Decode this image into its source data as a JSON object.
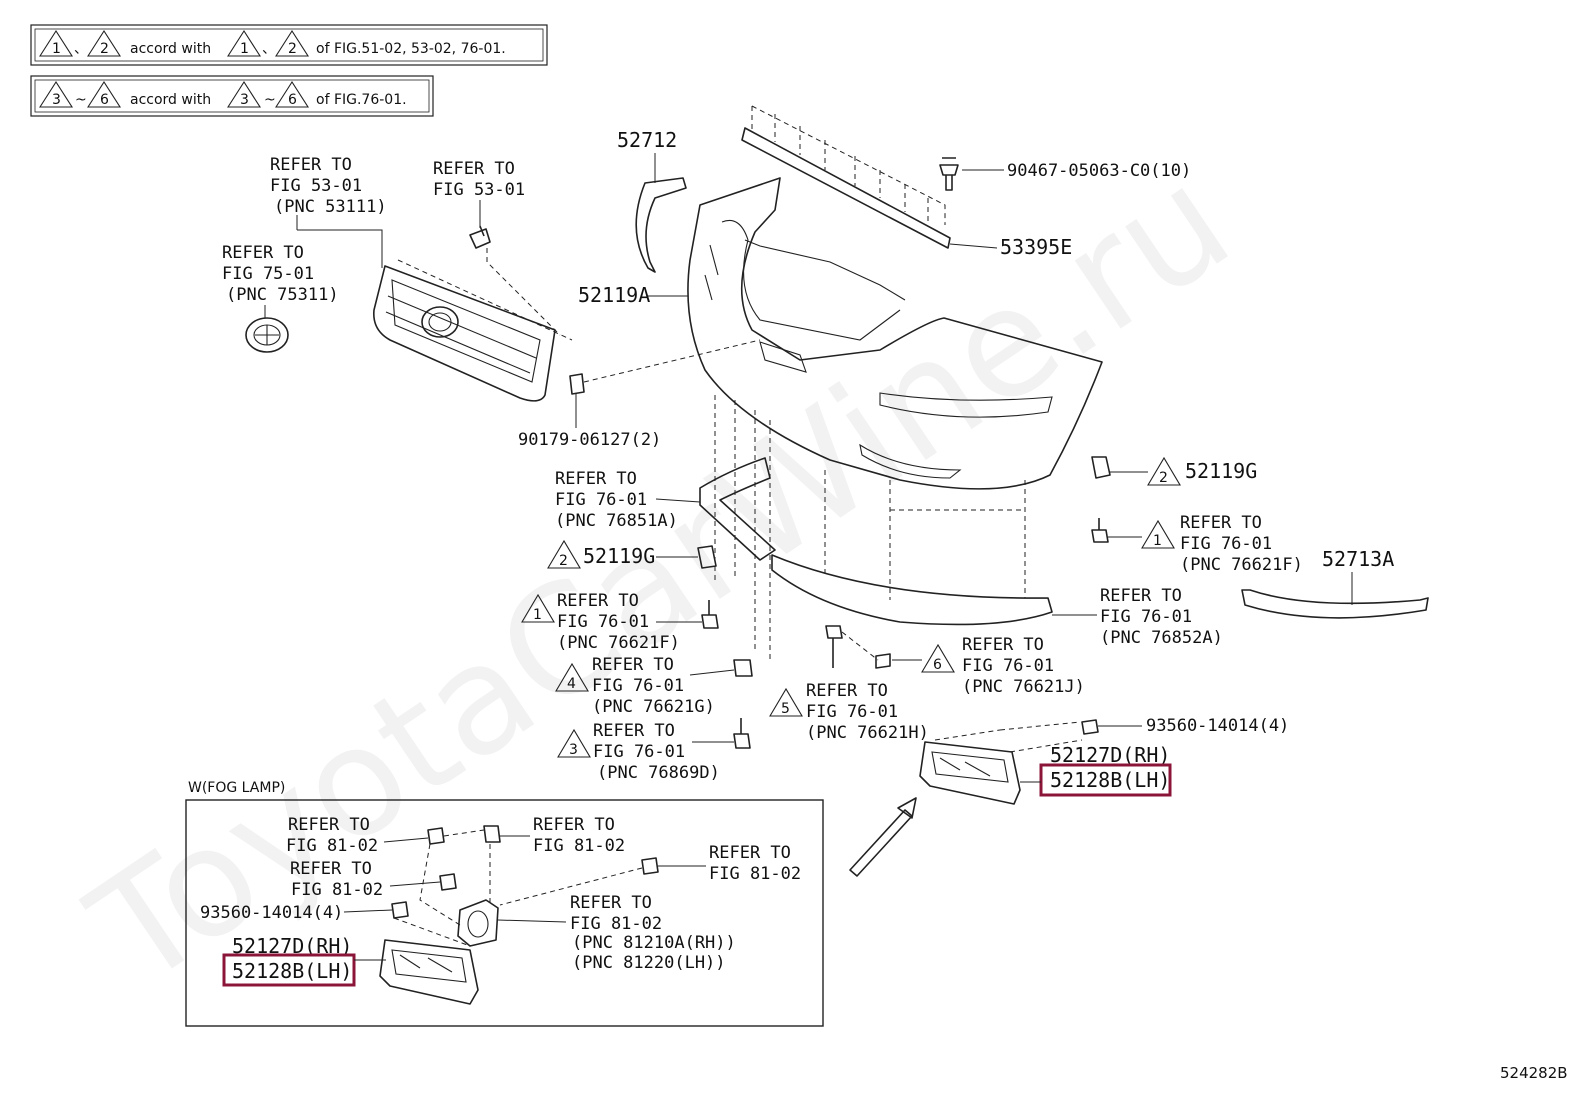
{
  "legend": {
    "row1": {
      "m1": "1",
      "sep1": "、",
      "m2": "2",
      "mid": "accord with",
      "m3": "1",
      "sep2": "、",
      "m4": "2",
      "tail": "of FIG.51-02, 53-02, 76-01."
    },
    "row2": {
      "m1": "3",
      "sep1": "~",
      "m2": "6",
      "mid": "accord with",
      "m3": "3",
      "sep2": "~",
      "m4": "6",
      "tail": "of FIG.76-01."
    }
  },
  "labels": {
    "ref_grille": [
      "REFER TO",
      "FIG 53-01",
      "(PNC 53111)"
    ],
    "ref_grille_clip": [
      "REFER TO",
      "FIG 53-01"
    ],
    "ref_emblem": [
      "REFER TO",
      "FIG 75-01",
      "(PNC 75311)"
    ],
    "p52712": "52712",
    "p90467": "90467-05063-C0(10)",
    "p53395E": "53395E",
    "p52119A": "52119A",
    "p90179": "90179-06127(2)",
    "ref_76851A": [
      "REFER TO",
      "FIG 76-01",
      "(PNC 76851A)"
    ],
    "p52119G_r": {
      "mark": "2",
      "text": "52119G"
    },
    "ref_76621F_r": {
      "mark": "1",
      "lines": [
        "REFER TO",
        "FIG 76-01",
        "(PNC 76621F)"
      ]
    },
    "p52713A": "52713A",
    "p52119G_l": {
      "mark": "2",
      "text": "52119G"
    },
    "ref_76621F_l": {
      "mark": "1",
      "lines": [
        "REFER TO",
        "FIG 76-01",
        "(PNC 76621F)"
      ]
    },
    "ref_76852A": [
      "REFER TO",
      "FIG 76-01",
      "(PNC 76852A)"
    ],
    "ref_76621J": {
      "mark": "6",
      "lines": [
        "REFER TO",
        "FIG 76-01",
        "(PNC 76621J)"
      ]
    },
    "ref_76621G": {
      "mark": "4",
      "lines": [
        "REFER TO",
        "FIG 76-01",
        "(PNC 76621G)"
      ]
    },
    "ref_76621H": {
      "mark": "5",
      "lines": [
        "REFER TO",
        "FIG 76-01",
        "(PNC 76621H)"
      ]
    },
    "ref_76869D": {
      "mark": "3",
      "lines": [
        "REFER TO",
        "FIG 76-01",
        "(PNC 76869D)"
      ]
    },
    "p93560_main": "93560-14014(4)",
    "p52127D_main": "52127D(RH)",
    "p52128B_main": "52128B(LH)"
  },
  "inset": {
    "title": "W(FOG LAMP)",
    "ref_a": [
      "REFER TO",
      "FIG 81-02"
    ],
    "ref_b": [
      "REFER TO",
      "FIG 81-02"
    ],
    "ref_c": [
      "REFER TO",
      "FIG 81-02"
    ],
    "ref_d": [
      "REFER TO",
      "FIG 81-02"
    ],
    "ref_lamp": [
      "REFER TO",
      "FIG 81-02",
      "(PNC 81210A(RH))",
      "(PNC 81220(LH))"
    ],
    "p93560": "93560-14014(4)",
    "p52127D": "52127D(RH)",
    "p52128B": "52128B(LH)"
  },
  "figure_id": "524282B",
  "watermark": "ToyotaCarWine.ru",
  "colors": {
    "highlight": "#8b1538",
    "ink": "#222222",
    "watermark": "#f2f2f2"
  }
}
